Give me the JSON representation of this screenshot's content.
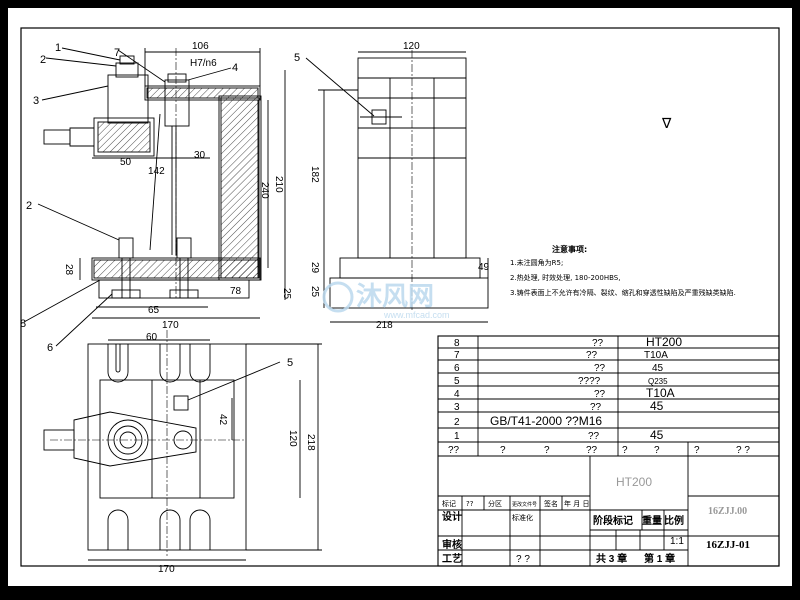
{
  "front_view": {
    "part_labels": [
      "1",
      "2",
      "3",
      "7",
      "4",
      "2",
      "8",
      "6"
    ],
    "dims": {
      "top_width": "106",
      "fit": "H7/n6",
      "d50": "50",
      "d30": "30",
      "d142": "142",
      "d240": "240",
      "d210": "210",
      "d28": "28",
      "d78": "78",
      "d25": "25",
      "d65": "65",
      "d170": "170"
    }
  },
  "side_view": {
    "part_label": "5",
    "dims": {
      "d120": "120",
      "d182": "182",
      "d29": "29",
      "d25": "25",
      "d49": "49",
      "d218": "218"
    }
  },
  "top_view": {
    "part_label": "5",
    "dims": {
      "d60": "60",
      "d42": "42",
      "d120": "120",
      "d218": "218",
      "d170": "170"
    }
  },
  "notes": {
    "title": "注意事项:",
    "items": [
      "1.未注圆角为R5;",
      "2.热处理, 时效处理, 180-200HBS,",
      "3.铸件表面上不允许有冷隔、裂纹、缩孔和穿透性缺陷及严重残缺类缺陷."
    ]
  },
  "surface_mark": "∇",
  "watermark": {
    "brand": "沐风网",
    "url": "www.mfcad.com"
  },
  "bom": [
    {
      "no": "8",
      "name": "??",
      "material": "HT200"
    },
    {
      "no": "7",
      "name": "??",
      "material": "T10A"
    },
    {
      "no": "6",
      "name": "??",
      "material": "45"
    },
    {
      "no": "5",
      "name": "????",
      "material": "Q235"
    },
    {
      "no": "4",
      "name": "??",
      "material": "T10A"
    },
    {
      "no": "3",
      "name": "??",
      "material": "45"
    },
    {
      "no": "2",
      "name": "GB/T41-2000 ??M16",
      "material": ""
    },
    {
      "no": "1",
      "name": "??",
      "material": "45"
    }
  ],
  "bom_header": [
    "??",
    "?",
    "?",
    "??",
    "?",
    "?",
    "?",
    "? ?"
  ],
  "title_block": {
    "material": "HT200",
    "drawing_no_top": "16ZJJ.00",
    "drawing_no": "16ZJJ-01",
    "row_labels": [
      "标记",
      "??",
      "分区",
      "更改文件号",
      "签名",
      "年 月 日"
    ],
    "design": "设计",
    "std": "标准化",
    "stage_mark": "阶段标记",
    "weight": "重量",
    "scale_label": "比例",
    "scale": "1:1",
    "review": "审核",
    "process": "工艺",
    "approve": "? ?",
    "sheets": "共 3 章",
    "sheet": "第 1 章"
  }
}
